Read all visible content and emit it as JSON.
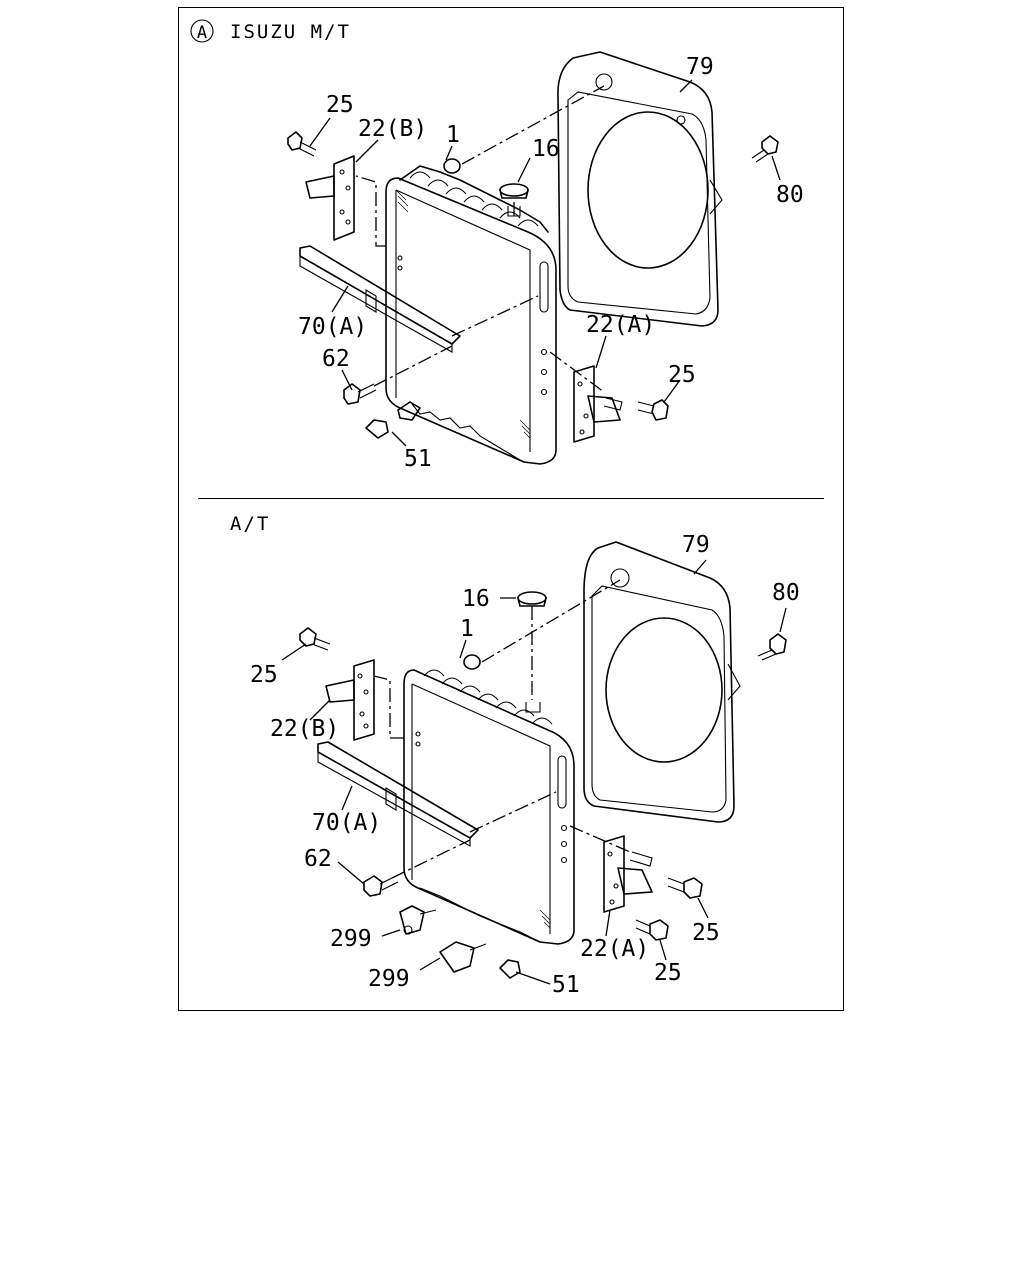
{
  "sections": {
    "top": {
      "marker": "A",
      "title": "ISUZU M/T",
      "labels": {
        "p79": "79",
        "p25a": "25",
        "p22b": "22(B)",
        "p1": "1",
        "p16": "16",
        "p80": "80",
        "p70a": "70(A)",
        "p22a": "22(A)",
        "p62": "62",
        "p25b": "25",
        "p51": "51"
      }
    },
    "bottom": {
      "title": "A/T",
      "labels": {
        "p79": "79",
        "p16": "16",
        "p80": "80",
        "p1": "1",
        "p25a": "25",
        "p22b": "22(B)",
        "p70a": "70(A)",
        "p62": "62",
        "p299a": "299",
        "p299b": "299",
        "p51": "51",
        "p22a": "22(A)",
        "p25b": "25",
        "p25c": "25"
      }
    }
  }
}
